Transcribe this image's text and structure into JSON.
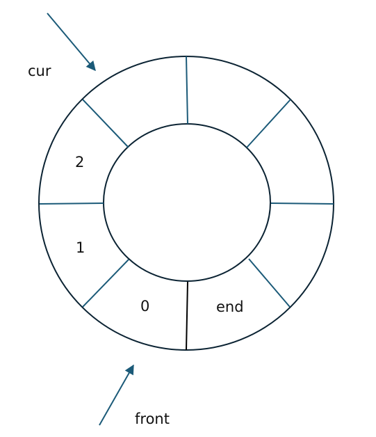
{
  "diagram": {
    "kind": "circular-buffer",
    "slot_count": 8,
    "colors": {
      "ring": "#0b2333",
      "divider": "#1b5a78",
      "end_divider": "#000000",
      "arrow": "#1b5a78",
      "text": "#111111"
    },
    "slots": [
      {
        "label": "2"
      },
      {
        "label": "1"
      },
      {
        "label": "0"
      },
      {
        "label": "end"
      }
    ],
    "pointers": {
      "cur": {
        "label": "cur"
      },
      "front": {
        "label": "front"
      }
    }
  }
}
